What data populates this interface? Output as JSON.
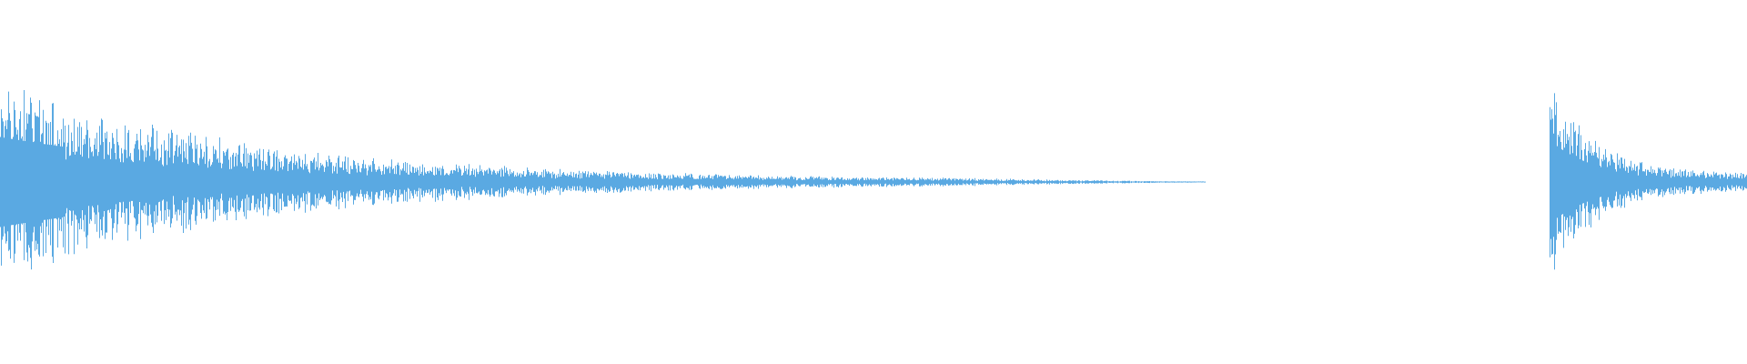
{
  "view": {
    "background_color": "#ffffff"
  },
  "waveform": {
    "color": "#5aa9e2",
    "style": "bipolar-amplitude-envelope",
    "clips": [
      {
        "label": "",
        "start": 0.0,
        "end": 0.69,
        "peak_amplitude": 1.0,
        "decay_rate": 6.8,
        "sustain_floor": 0.02,
        "sustain_fade_after": 0.55
      },
      {
        "label": "",
        "start": 0.887,
        "end": 1.0,
        "peak_amplitude": 0.92,
        "decay_rate": 35,
        "sustain_floor": 0.08,
        "sustain_fade_after": 1.0
      }
    ]
  }
}
